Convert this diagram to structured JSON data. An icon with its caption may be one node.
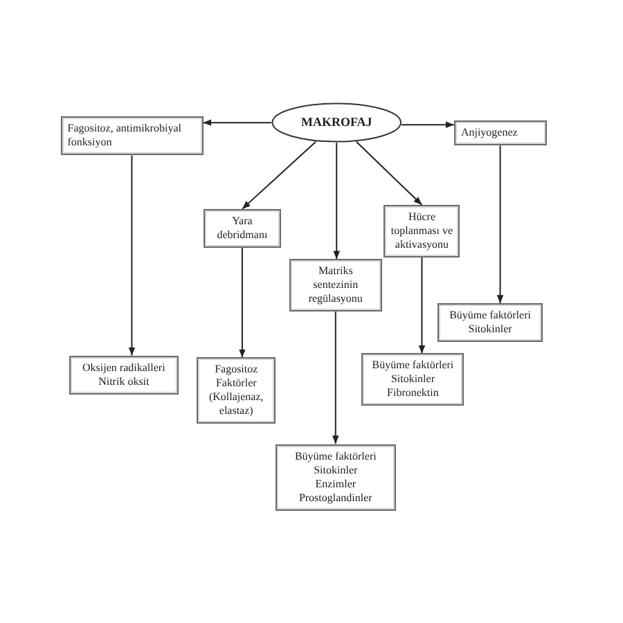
{
  "diagram": {
    "nodes": [
      {
        "text": [
          "MAKROFAJ"
        ]
      },
      {
        "text": [
          "Fagositoz, antimikrobiyal fonksiyon"
        ]
      },
      {
        "text": [
          "Anjiyogenez"
        ]
      },
      {
        "text": [
          "Yara debridmanı"
        ]
      },
      {
        "text": [
          "Matriks sentezinin regülasyonu"
        ]
      },
      {
        "text": [
          "Hücre toplanması ve aktivasyonu"
        ]
      },
      {
        "text": [
          "Oksijen radikalleri",
          "Nitrik oksit"
        ]
      },
      {
        "text": [
          "Fagositoz",
          "Faktörler (Kollajenaz, elastaz)"
        ]
      },
      {
        "text": [
          "Büyüme faktörleri",
          "Sitokinler",
          "Fibronektin"
        ]
      },
      {
        "text": [
          "Büyüme faktörleri",
          "Sitokinler"
        ]
      },
      {
        "text": [
          "Büyüme faktörleri",
          "Sitokinler",
          "Enzimler",
          "Prostoglandinler"
        ]
      }
    ],
    "edges": [
      {
        "from": 0,
        "to": 1,
        "arrow": "to"
      },
      {
        "from": 0,
        "to": 2,
        "arrow": "to"
      },
      {
        "from": 0,
        "to": 3,
        "arrow": "to"
      },
      {
        "from": 0,
        "to": 4,
        "arrow": "to"
      },
      {
        "from": 0,
        "to": 5,
        "arrow": "to"
      },
      {
        "from": 1,
        "to": 6,
        "arrow": "to"
      },
      {
        "from": 3,
        "to": 7,
        "arrow": "to"
      },
      {
        "from": 5,
        "to": 8,
        "arrow": "to"
      },
      {
        "from": 2,
        "to": 9,
        "arrow": "to"
      },
      {
        "from": 4,
        "to": 10,
        "arrow": "to"
      }
    ]
  }
}
